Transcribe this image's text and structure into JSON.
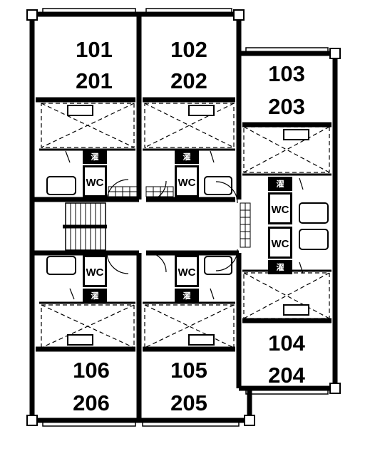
{
  "units": [
    {
      "id": "u101",
      "top": "101",
      "bottom": "201"
    },
    {
      "id": "u102",
      "top": "102",
      "bottom": "202"
    },
    {
      "id": "u103",
      "top": "103",
      "bottom": "203"
    },
    {
      "id": "u104",
      "top": "104",
      "bottom": "204"
    },
    {
      "id": "u105",
      "top": "105",
      "bottom": "205"
    },
    {
      "id": "u106",
      "top": "106",
      "bottom": "206"
    }
  ],
  "wc_label": "WC",
  "laundry_label": "濯"
}
